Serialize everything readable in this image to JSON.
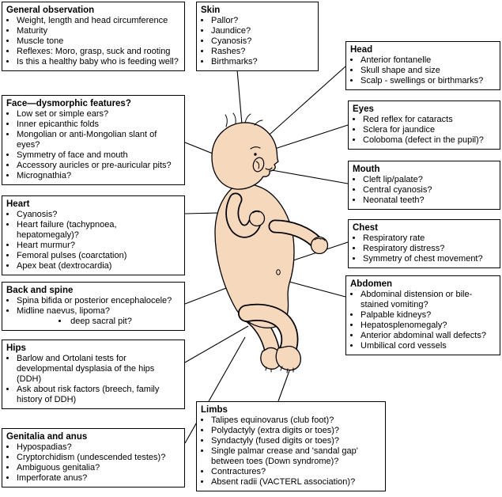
{
  "figure": {
    "skin_color": "#f6d8bd",
    "line_color": "#000000",
    "subject": "newborn baby illustration"
  },
  "boxes": {
    "general": {
      "title": "General observation",
      "items": [
        "Weight, length and head circumference",
        "Maturity",
        "Muscle tone",
        "Reflexes: Moro, grasp, suck and rooting",
        "Is this a healthy baby who is feeding well?"
      ]
    },
    "skin": {
      "title": "Skin",
      "items": [
        "Pallor?",
        "Jaundice?",
        "Cyanosis?",
        "Rashes?",
        "Birthmarks?"
      ]
    },
    "head": {
      "title": "Head",
      "items": [
        "Anterior fontanelle",
        "Skull shape and size",
        "Scalp - swellings or birthmarks?"
      ]
    },
    "face": {
      "title": "Face—dysmorphic features?",
      "items": [
        "Low set or simple ears?",
        "Inner epicanthic folds",
        "Mongolian or anti-Mongolian slant of eyes?",
        "Symmetry of face and mouth",
        "Accessory auricles or pre-auricular pits?",
        "Micrognathia?"
      ]
    },
    "eyes": {
      "title": "Eyes",
      "items": [
        "Red reflex for cataracts",
        "Sclera for jaundice",
        "Coloboma (defect in the pupil)?"
      ]
    },
    "mouth": {
      "title": "Mouth",
      "items": [
        "Cleft lip/palate?",
        "Central cyanosis?",
        "Neonatal teeth?"
      ]
    },
    "heart": {
      "title": "Heart",
      "items": [
        "Cyanosis?",
        "Heart failure (tachypnoea, hepatomegaly)?",
        "Heart murmur?",
        "Femoral pulses (coarctation)",
        "Apex beat (dextrocardia)"
      ]
    },
    "chest": {
      "title": "Chest",
      "items": [
        "Respiratory rate",
        "Respiratory distress?",
        "Symmetry of chest movement?"
      ]
    },
    "back": {
      "title": "Back and spine",
      "items": [
        "Spina bifida or posterior encephalocele?",
        "Midline naevus, lipoma?",
        {
          "text": "deep sacral pit?",
          "class": "centered"
        }
      ]
    },
    "abdomen": {
      "title": "Abdomen",
      "items": [
        "Abdominal distension or bile-stained vomiting?",
        "Palpable kidneys?",
        "Hepatosplenomegaly?",
        "Anterior abdominal wall defects?",
        "Umbilical cord vessels"
      ]
    },
    "hips": {
      "title": "Hips",
      "items": [
        "Barlow and Ortolani tests for developmental dysplasia of the hips (DDH)",
        "Ask about risk factors (breech, family history of DDH)"
      ]
    },
    "genitalia": {
      "title": "Genitalia and anus",
      "items": [
        "Hypospadias?",
        "Cryptorchidism (undescended testes)?",
        "Ambiguous genitalia?",
        "Imperforate anus?"
      ]
    },
    "limbs": {
      "title": "Limbs",
      "items": [
        "Talipes equinovarus (club foot)?",
        "Polydactyly (extra digits or toes)?",
        "Syndactyly (fused digits or toes)?",
        "Single palmar crease and 'sandal gap' between toes (Down syndrome)?",
        "Contractures?",
        "Absent radii (VACTERL association)?"
      ]
    }
  }
}
